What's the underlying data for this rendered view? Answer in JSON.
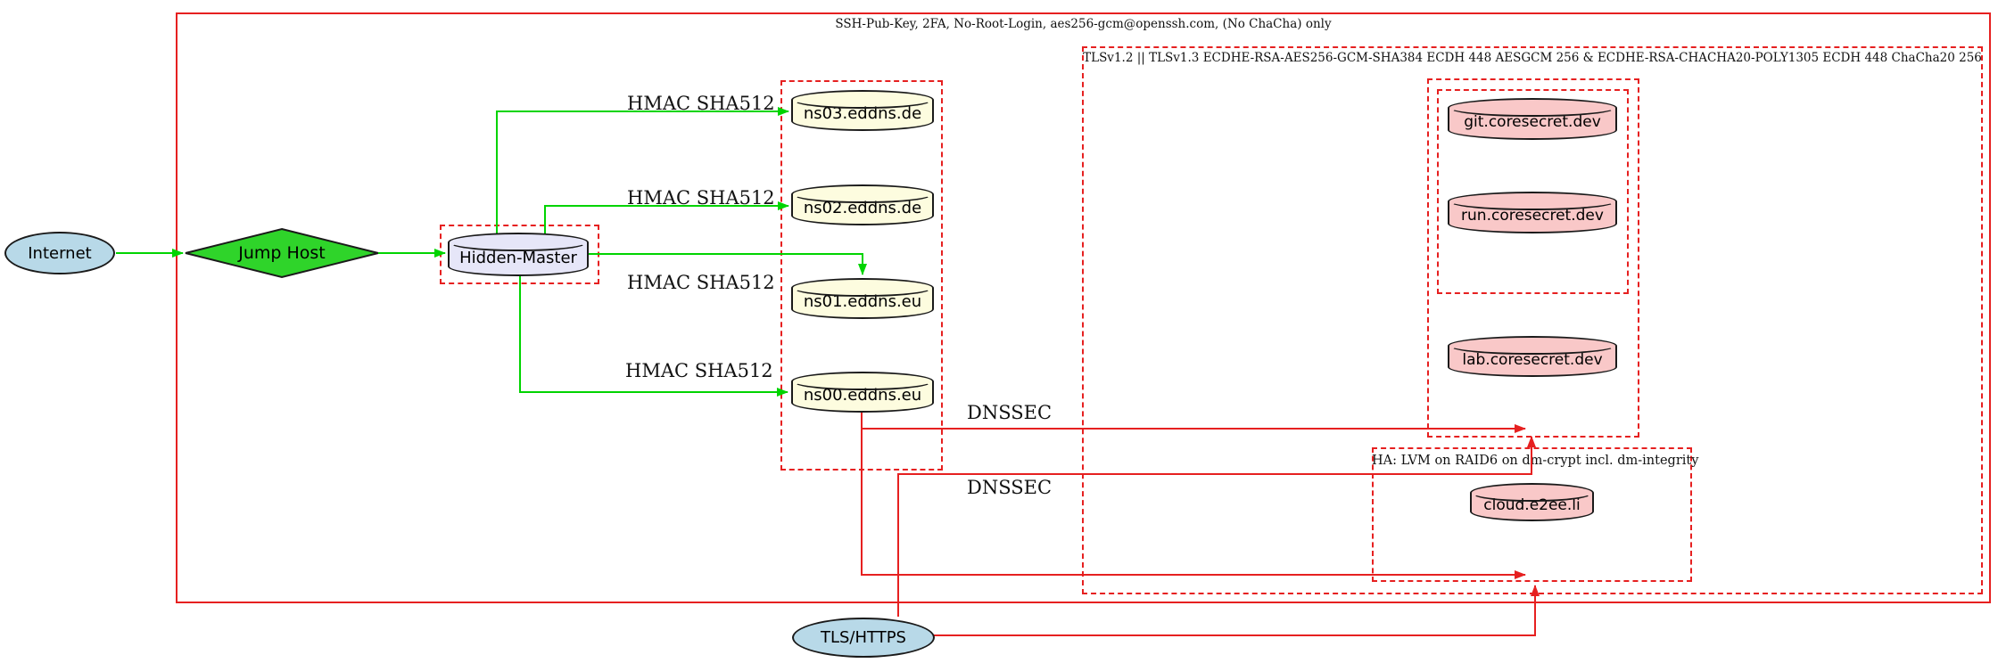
{
  "clusters": {
    "ssh": "SSH-Pub-Key, 2FA, No-Root-Login, aes256-gcm@openssh.com, (No ChaCha) only",
    "tls": "TLSv1.2 || TLSv1.3 ECDHE-RSA-AES256-GCM-SHA384 ECDH 448 AESGCM 256 & ECDHE-RSA-CHACHA20-POLY1305 ECDH 448 ChaCha20 256",
    "ha": "HA: LVM on RAID6 on dm-crypt incl. dm-integrity"
  },
  "nodes": {
    "internet": "Internet",
    "jump_host": "Jump Host",
    "hidden_master": "Hidden-Master",
    "ns03": "ns03.eddns.de",
    "ns02": "ns02.eddns.de",
    "ns01": "ns01.eddns.eu",
    "ns00": "ns00.eddns.eu",
    "git": "git.coresecret.dev",
    "run": "run.coresecret.dev",
    "lab": "lab.coresecret.dev",
    "cloud": "cloud.e2ee.li",
    "tls_https": "TLS/HTTPS"
  },
  "edges": {
    "hmac_ns03": "HMAC SHA512",
    "hmac_ns02": "HMAC SHA512",
    "hmac_ns01": "HMAC SHA512",
    "hmac_ns00": "HMAC SHA512",
    "dnssec_core": "DNSSEC",
    "dnssec_ha": "DNSSEC"
  },
  "colors": {
    "box_red": "#e62020",
    "edge_green": "#00d400",
    "node_blue": "#b8d9e8",
    "node_green": "#2fd42a",
    "node_lavender": "#e6e6f8",
    "node_yellow": "#fdfcdf",
    "node_pink": "#f9c8c8",
    "outline": "#1a1a1a"
  }
}
